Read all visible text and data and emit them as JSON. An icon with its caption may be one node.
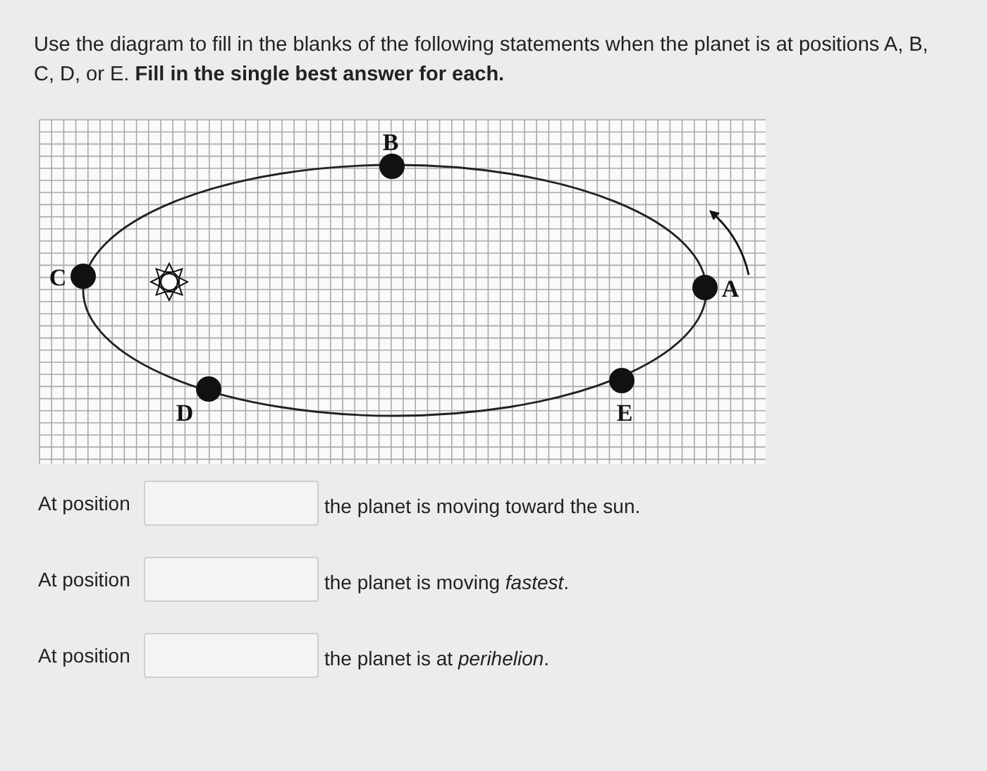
{
  "diagram": {
    "title": "Use the diagram to fill in the blanks of the following statements when the planet is at positions A, B, C, D, or E. **Fill in the single best answer for each.**",
    "labels": [
      "B",
      "C",
      "A",
      "D",
      "E",
      "At position",
      "the planet is moving toward the sun.",
      "At position",
      "the planet is moving *fastest*.",
      "At position",
      "the planet is at *perihelion*."
    ]
  }
}
